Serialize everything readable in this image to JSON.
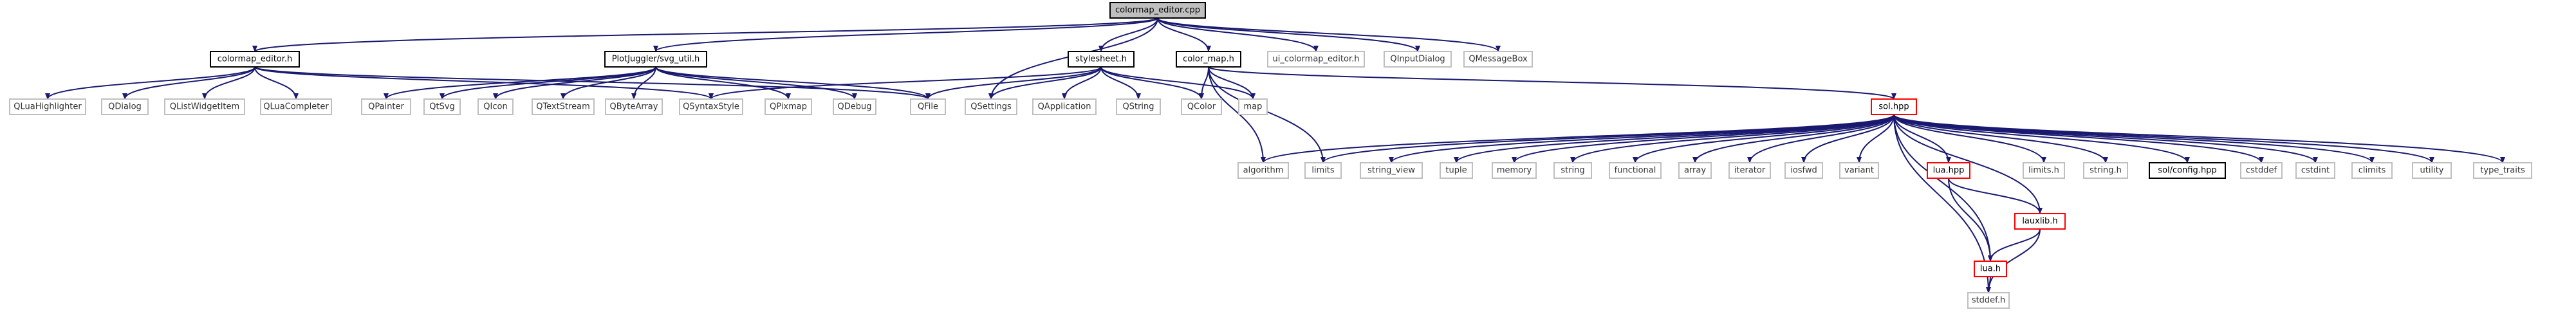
{
  "colors": {
    "edge": "#191970",
    "root_fill": "#bfbfbf",
    "root_border": "#000000",
    "project_border": "#000000",
    "external_border": "#bfbfbf",
    "external_text": "#333333",
    "missing_border": "#ff0000"
  },
  "nodes": [
    {
      "id": "colormap_editor_cpp",
      "label": "colormap_editor.cpp",
      "kind": "root"
    },
    {
      "id": "colormap_editor_h",
      "label": "colormap_editor.h",
      "kind": "project"
    },
    {
      "id": "svg_util_h",
      "label": "PlotJuggler/svg_util.h",
      "kind": "project"
    },
    {
      "id": "stylesheet_h",
      "label": "stylesheet.h",
      "kind": "project"
    },
    {
      "id": "color_map_h",
      "label": "color_map.h",
      "kind": "project"
    },
    {
      "id": "ui_colormap_editor_h",
      "label": "ui_colormap_editor.h",
      "kind": "external"
    },
    {
      "id": "QInputDialog",
      "label": "QInputDialog",
      "kind": "external"
    },
    {
      "id": "QMessageBox",
      "label": "QMessageBox",
      "kind": "external"
    },
    {
      "id": "QLuaHighlighter",
      "label": "QLuaHighlighter",
      "kind": "external"
    },
    {
      "id": "QDialog",
      "label": "QDialog",
      "kind": "external"
    },
    {
      "id": "QListWidgetItem",
      "label": "QListWidgetItem",
      "kind": "external"
    },
    {
      "id": "QLuaCompleter",
      "label": "QLuaCompleter",
      "kind": "external"
    },
    {
      "id": "QPainter",
      "label": "QPainter",
      "kind": "external"
    },
    {
      "id": "QtSvg",
      "label": "QtSvg",
      "kind": "external"
    },
    {
      "id": "QIcon",
      "label": "QIcon",
      "kind": "external"
    },
    {
      "id": "QTextStream",
      "label": "QTextStream",
      "kind": "external"
    },
    {
      "id": "QByteArray",
      "label": "QByteArray",
      "kind": "external"
    },
    {
      "id": "QSyntaxStyle",
      "label": "QSyntaxStyle",
      "kind": "external"
    },
    {
      "id": "QPixmap",
      "label": "QPixmap",
      "kind": "external"
    },
    {
      "id": "QDebug",
      "label": "QDebug",
      "kind": "external"
    },
    {
      "id": "QFile",
      "label": "QFile",
      "kind": "external"
    },
    {
      "id": "QSettings",
      "label": "QSettings",
      "kind": "external"
    },
    {
      "id": "QApplication",
      "label": "QApplication",
      "kind": "external"
    },
    {
      "id": "QString",
      "label": "QString",
      "kind": "external"
    },
    {
      "id": "QColor",
      "label": "QColor",
      "kind": "external"
    },
    {
      "id": "map",
      "label": "map",
      "kind": "external"
    },
    {
      "id": "sol_hpp",
      "label": "sol.hpp",
      "kind": "missing"
    },
    {
      "id": "algorithm",
      "label": "algorithm",
      "kind": "external"
    },
    {
      "id": "limits",
      "label": "limits",
      "kind": "external"
    },
    {
      "id": "string_view",
      "label": "string_view",
      "kind": "external"
    },
    {
      "id": "tuple",
      "label": "tuple",
      "kind": "external"
    },
    {
      "id": "memory",
      "label": "memory",
      "kind": "external"
    },
    {
      "id": "string",
      "label": "string",
      "kind": "external"
    },
    {
      "id": "functional",
      "label": "functional",
      "kind": "external"
    },
    {
      "id": "array",
      "label": "array",
      "kind": "external"
    },
    {
      "id": "iterator",
      "label": "iterator",
      "kind": "external"
    },
    {
      "id": "iosfwd",
      "label": "iosfwd",
      "kind": "external"
    },
    {
      "id": "variant",
      "label": "variant",
      "kind": "external"
    },
    {
      "id": "lua_hpp",
      "label": "lua.hpp",
      "kind": "missing"
    },
    {
      "id": "limits_h",
      "label": "limits.h",
      "kind": "external"
    },
    {
      "id": "string_h",
      "label": "string.h",
      "kind": "external"
    },
    {
      "id": "sol_config_hpp",
      "label": "sol/config.hpp",
      "kind": "project"
    },
    {
      "id": "cstddef",
      "label": "cstddef",
      "kind": "external"
    },
    {
      "id": "cstdint",
      "label": "cstdint",
      "kind": "external"
    },
    {
      "id": "climits",
      "label": "climits",
      "kind": "external"
    },
    {
      "id": "utility",
      "label": "utility",
      "kind": "external"
    },
    {
      "id": "type_traits",
      "label": "type_traits",
      "kind": "external"
    },
    {
      "id": "lauxlib_h",
      "label": "lauxlib.h",
      "kind": "missing"
    },
    {
      "id": "lua_h",
      "label": "lua.h",
      "kind": "missing"
    },
    {
      "id": "stddef_h",
      "label": "stddef.h",
      "kind": "external"
    }
  ],
  "edges": [
    [
      "colormap_editor_cpp",
      "colormap_editor_h"
    ],
    [
      "colormap_editor_cpp",
      "svg_util_h"
    ],
    [
      "colormap_editor_cpp",
      "stylesheet_h"
    ],
    [
      "colormap_editor_cpp",
      "color_map_h"
    ],
    [
      "colormap_editor_cpp",
      "QSettings"
    ],
    [
      "colormap_editor_cpp",
      "ui_colormap_editor_h"
    ],
    [
      "colormap_editor_cpp",
      "QInputDialog"
    ],
    [
      "colormap_editor_cpp",
      "QMessageBox"
    ],
    [
      "colormap_editor_h",
      "QLuaHighlighter"
    ],
    [
      "colormap_editor_h",
      "QDialog"
    ],
    [
      "colormap_editor_h",
      "QListWidgetItem"
    ],
    [
      "colormap_editor_h",
      "QLuaCompleter"
    ],
    [
      "colormap_editor_h",
      "QSyntaxStyle"
    ],
    [
      "colormap_editor_h",
      "QFile"
    ],
    [
      "svg_util_h",
      "QPainter"
    ],
    [
      "svg_util_h",
      "QtSvg"
    ],
    [
      "svg_util_h",
      "QIcon"
    ],
    [
      "svg_util_h",
      "QTextStream"
    ],
    [
      "svg_util_h",
      "QByteArray"
    ],
    [
      "svg_util_h",
      "QPixmap"
    ],
    [
      "svg_util_h",
      "QDebug"
    ],
    [
      "svg_util_h",
      "QFile"
    ],
    [
      "stylesheet_h",
      "QSyntaxStyle"
    ],
    [
      "stylesheet_h",
      "QFile"
    ],
    [
      "stylesheet_h",
      "QSettings"
    ],
    [
      "stylesheet_h",
      "QApplication"
    ],
    [
      "stylesheet_h",
      "QString"
    ],
    [
      "stylesheet_h",
      "QColor"
    ],
    [
      "stylesheet_h",
      "map"
    ],
    [
      "color_map_h",
      "QColor"
    ],
    [
      "color_map_h",
      "map"
    ],
    [
      "color_map_h",
      "sol_hpp"
    ],
    [
      "color_map_h",
      "algorithm"
    ],
    [
      "color_map_h",
      "limits"
    ],
    [
      "sol_hpp",
      "algorithm"
    ],
    [
      "sol_hpp",
      "limits"
    ],
    [
      "sol_hpp",
      "string_view"
    ],
    [
      "sol_hpp",
      "tuple"
    ],
    [
      "sol_hpp",
      "memory"
    ],
    [
      "sol_hpp",
      "string"
    ],
    [
      "sol_hpp",
      "functional"
    ],
    [
      "sol_hpp",
      "array"
    ],
    [
      "sol_hpp",
      "iterator"
    ],
    [
      "sol_hpp",
      "iosfwd"
    ],
    [
      "sol_hpp",
      "variant"
    ],
    [
      "sol_hpp",
      "lua_hpp"
    ],
    [
      "sol_hpp",
      "limits_h"
    ],
    [
      "sol_hpp",
      "string_h"
    ],
    [
      "sol_hpp",
      "sol_config_hpp"
    ],
    [
      "sol_hpp",
      "cstddef"
    ],
    [
      "sol_hpp",
      "cstdint"
    ],
    [
      "sol_hpp",
      "climits"
    ],
    [
      "sol_hpp",
      "utility"
    ],
    [
      "sol_hpp",
      "type_traits"
    ],
    [
      "sol_hpp",
      "lauxlib_h"
    ],
    [
      "sol_hpp",
      "lua_h"
    ],
    [
      "sol_hpp",
      "stddef_h"
    ],
    [
      "lua_hpp",
      "lua_h"
    ],
    [
      "lua_hpp",
      "lauxlib_h"
    ],
    [
      "lauxlib_h",
      "lua_h"
    ],
    [
      "lauxlib_h",
      "stddef_h"
    ],
    [
      "lua_h",
      "stddef_h"
    ]
  ]
}
